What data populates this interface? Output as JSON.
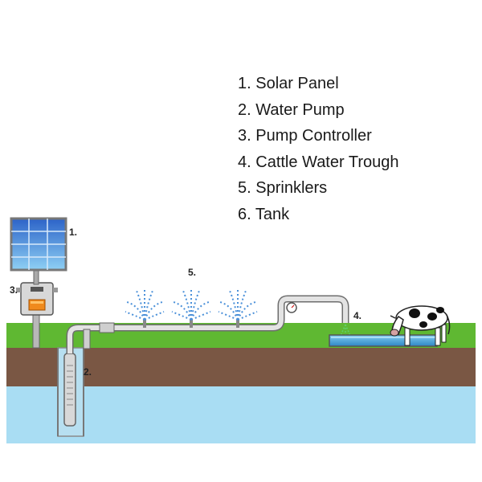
{
  "legend": [
    {
      "num": "1.",
      "text": "Solar Panel"
    },
    {
      "num": "2.",
      "text": "Water Pump"
    },
    {
      "num": "3.",
      "text": "Pump Controller"
    },
    {
      "num": "4.",
      "text": "Cattle Water Trough"
    },
    {
      "num": "5.",
      "text": "Sprinklers"
    },
    {
      "num": "6.",
      "text": "Tank"
    }
  ],
  "callouts": {
    "solar_panel": "1.",
    "water_pump": "2.",
    "pump_controller": "3.",
    "trough": "4.",
    "sprinklers": "5."
  },
  "colors": {
    "grass": "#5fb832",
    "soil": "#7a5744",
    "water": "#a9ddf3",
    "pipe": "#d6d6d6",
    "controller_accent": "#f08a1c",
    "sprinkler_spray": "#4a90d9",
    "trough_water": "#56b4e0"
  }
}
